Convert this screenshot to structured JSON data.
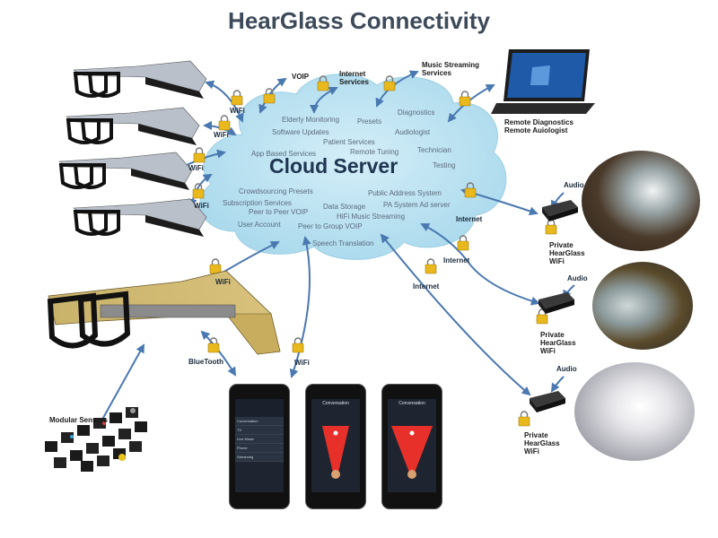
{
  "title": "HearGlass Connectivity",
  "cloud": {
    "name": "Cloud Server",
    "services": [
      "Elderly Monitoring",
      "Presets",
      "Diagnostics",
      "Software Updates",
      "Patient Services",
      "Audiologist",
      "App Based Services",
      "Remote Tuning",
      "Technician",
      "Testing",
      "Crowdsourcing Presets",
      "Public Address System",
      "Subscription Services",
      "PA System Ad server",
      "Peer to Peer VOIP",
      "Data Storage",
      "HiFi Music Streaming",
      "User Account",
      "Peer to Group VOIP",
      "Speech Translation"
    ]
  },
  "external": {
    "voip": "VOIP",
    "internet_services": "Internet\nServices",
    "music_streaming": "Music Streaming\nServices",
    "remote_diagnostics": "Remote Diagnostics\nRemote Auiologist"
  },
  "links": {
    "wifi": "WiFi",
    "internet": "Internet",
    "bluetooth": "BlueTooth",
    "audio": "Audio",
    "private_wifi": "Private\nHearGlass\nWiFi"
  },
  "modular_sensors": "Modular Sensors",
  "phones": {
    "menu": [
      "Conversation",
      "TV",
      "Live Music",
      "Phone",
      "Streaming"
    ],
    "screen_title": "Conversation"
  },
  "colors": {
    "title": "#3d4a5a",
    "cloud_fill": "#b7e0ef",
    "cloud_text": "#1f3550",
    "service_text": "#5b6b7e",
    "arrow": "#4a78b0",
    "lock": "#e8b81c",
    "beam": "#e8302a"
  }
}
